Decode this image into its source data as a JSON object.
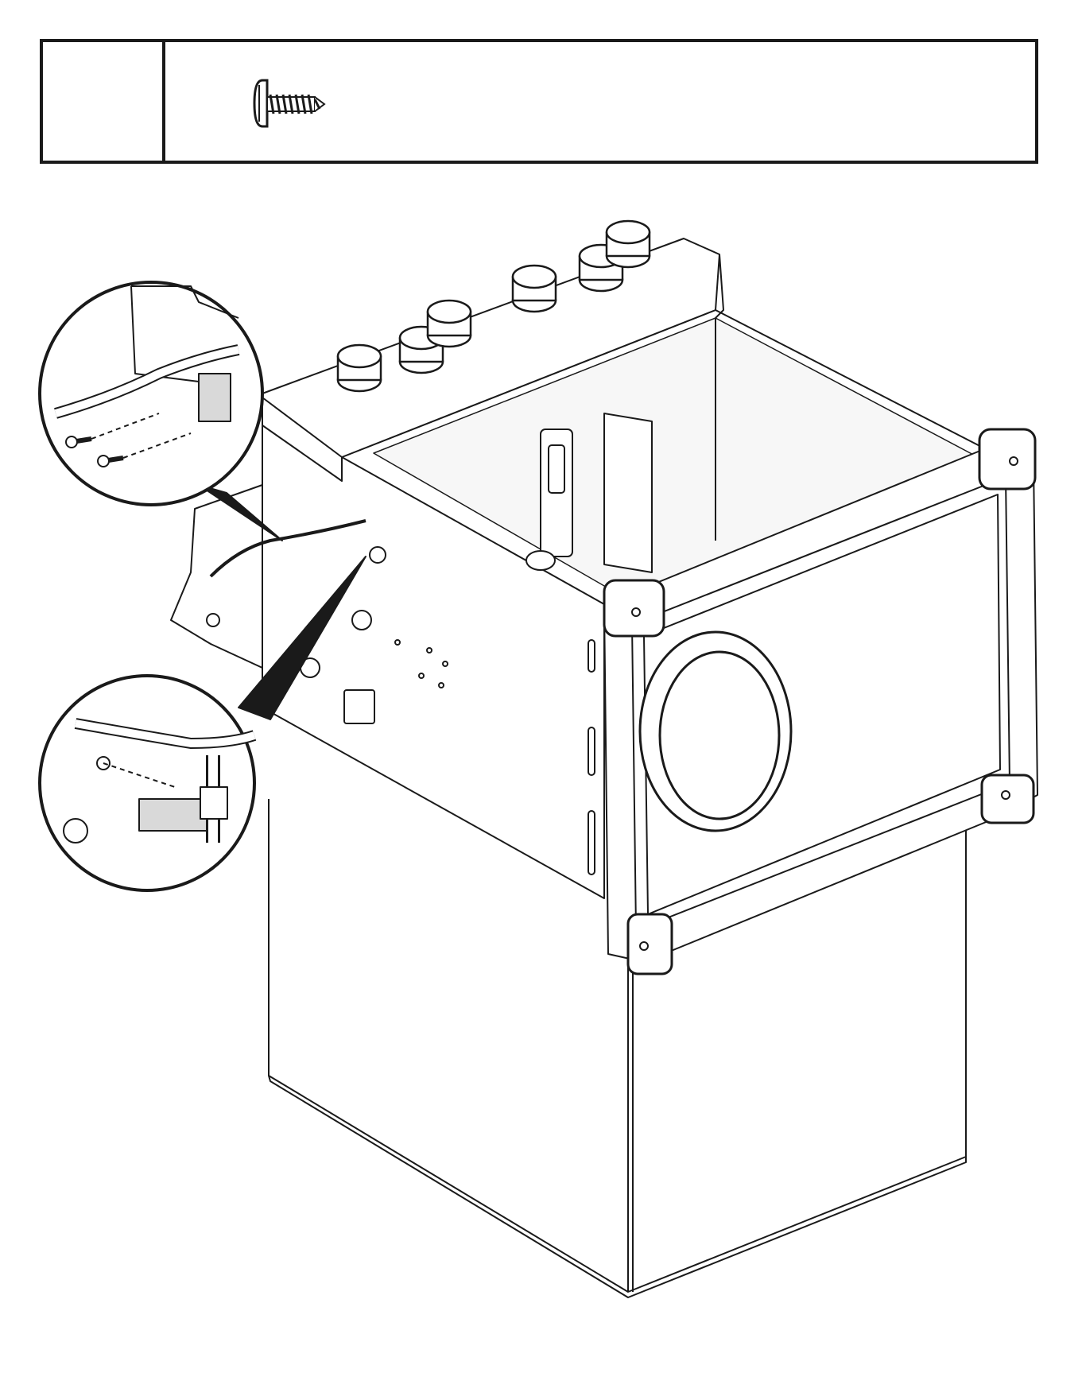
{
  "header": {
    "step_number": "",
    "parts": [
      {
        "icon": "screw-icon",
        "label": ""
      }
    ]
  },
  "illustration": {
    "subject": "appliance-assembly",
    "callouts": [
      "wire-routing-detail-top",
      "wire-routing-detail-bottom"
    ],
    "line_color": "#1a1a1a",
    "fill_color": "#ffffff",
    "shade_color": "#d9d9d9"
  }
}
